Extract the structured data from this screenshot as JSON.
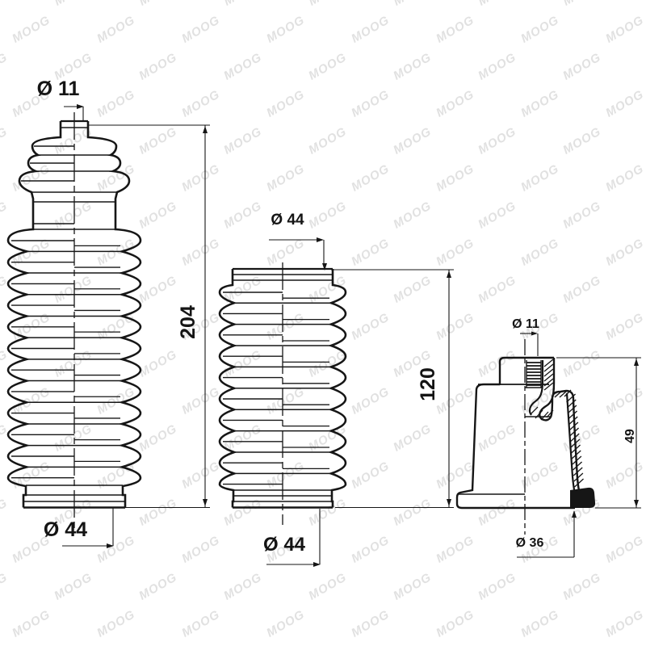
{
  "watermark": {
    "text": "MOOG",
    "color": "#e1e1e1",
    "angle_deg": -30,
    "font_size": 15,
    "x_step": 105,
    "y_step": 46,
    "rows": 18,
    "cols": 9
  },
  "drawing": {
    "background": "#ffffff",
    "line_color": "#161616",
    "parts": [
      {
        "name": "steering-boot-large",
        "dims": {
          "top_diameter": "Ø 11",
          "length": "204",
          "bottom_diameter": "Ø 44"
        }
      },
      {
        "name": "steering-boot-small",
        "dims": {
          "top_diameter": "Ø 44",
          "length": "120",
          "bottom_diameter": "Ø 44"
        }
      },
      {
        "name": "bump-stop-section",
        "dims": {
          "top_diameter": "Ø 11",
          "height": "49",
          "base_diameter": "Ø 36"
        }
      }
    ]
  }
}
